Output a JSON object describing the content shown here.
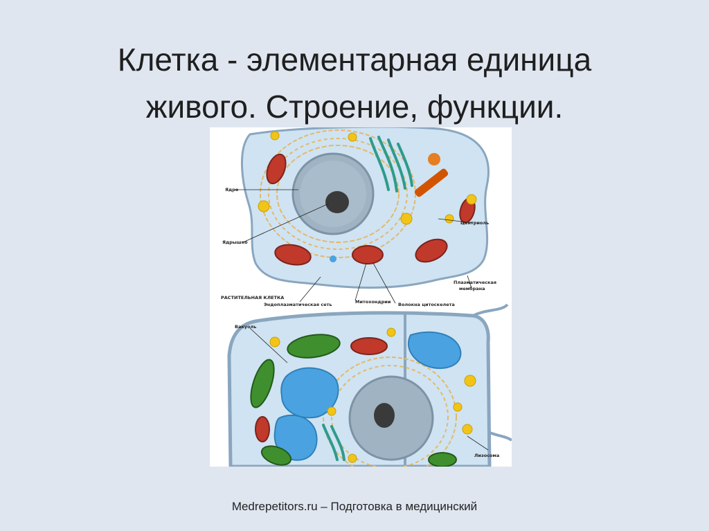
{
  "slide": {
    "title_line1": "Клетка - элементарная единица",
    "title_line2": "живого. Строение, функции.",
    "footer": "Medrepetitors.ru – Подготовка в медицинский"
  },
  "diagram": {
    "labels": {
      "nucleus": "Ядро",
      "nucleolus": "Ядрышко",
      "centriole": "Центриоль",
      "plant_cell": "РАСТИТЕЛЬНАЯ КЛЕТКА",
      "er": "Эндоплазматическая сеть",
      "mitochondria": "Митохондрии",
      "cytoskeleton": "Волокна цитоскелета",
      "plasma_membrane_1": "Плазматическая",
      "plasma_membrane_2": "мембрана",
      "vacuole": "Вакуоль",
      "lysosome": "Лизосома"
    },
    "colors": {
      "cytoplasm": "#c9dff0",
      "nucleus": "#9fb3c2",
      "mitochondria": "#c0392b",
      "chloroplast": "#3f8f2f",
      "vacuole": "#4aa3e0",
      "lysosome": "#f2c418",
      "golgi": "#2e9b8a"
    }
  }
}
